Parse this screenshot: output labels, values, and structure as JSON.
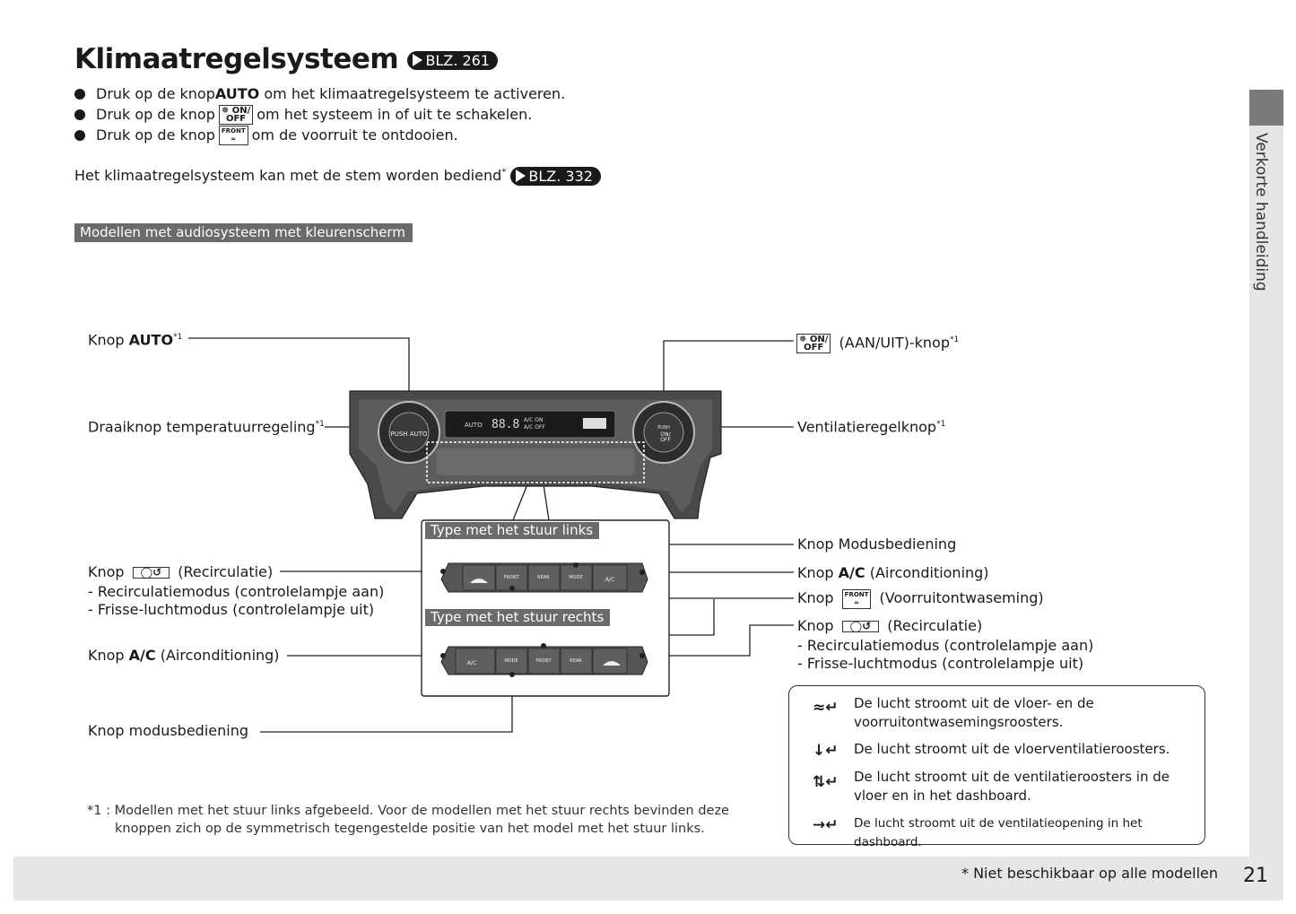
{
  "title": "Klimaatregelsysteem",
  "title_ref": "BLZ. 261",
  "bullets": [
    {
      "pre": "Druk op de knop ",
      "bold": "AUTO",
      "post": " om het klimaatregelsysteem te activeren."
    },
    {
      "pre": "Druk op de knop ",
      "key": "ON/OFF",
      "post": " om het systeem in of uit te schakelen."
    },
    {
      "pre": "Druk op de knop ",
      "key": "FRONT",
      "post": " om de voorruit te ontdooien."
    }
  ],
  "voice_text": "Het klimaatregelsysteem kan met de stem worden bediend",
  "voice_star": "*",
  "voice_ref": "BLZ. 332",
  "models_tag": "Modellen met audiosysteem met kleurenscherm",
  "side_label": "Verkorte handleiding",
  "labels": {
    "auto_pre": "Knop ",
    "auto_bold": "AUTO",
    "auto_sup": "*1",
    "temp_dial": "Draaiknop temperatuurregeling",
    "temp_sup": "*1",
    "recirc_left_pre": "Knop ",
    "recirc_left_post": " (Recirculatie)",
    "recirc_left_line1": "- Recirculatiemodus (controlelampje aan)",
    "recirc_left_line2": "- Frisse-luchtmodus (controlelampje uit)",
    "ac_left_pre": "Knop ",
    "ac_left_bold": "A/C",
    "ac_left_post": " (Airconditioning)",
    "mode_left": "Knop modusbediening",
    "onoff_post": " (AAN/UIT)-knop",
    "onoff_sup": "*1",
    "fan": "Ventilatieregelknop",
    "fan_sup": "*1",
    "mode_right": "Knop Modusbediening",
    "ac_right_pre": "Knop ",
    "ac_right_bold": "A/C",
    "ac_right_post": " (Airconditioning)",
    "front_pre": "Knop ",
    "front_post": " (Voorruitontwaseming)",
    "recirc_right_pre": "Knop ",
    "recirc_right_post": " (Recirculatie)",
    "recirc_right_line1": "- Recirculatiemodus (controlelampje aan)",
    "recirc_right_line2": "- Frisse-luchtmodus (controlelampje uit)",
    "type_left": "Type met het stuur links",
    "type_right": "Type met het stuur rechts"
  },
  "panel": {
    "display_auto": "AUTO",
    "display_temp": "88.8",
    "display_ac_on": "A/C ON",
    "display_ac_off": "A/C OFF",
    "left_knob": "PUSH AUTO",
    "right_knob_push": "PUSH",
    "right_knob_on": "ON/",
    "right_knob_off": "OFF",
    "btn_front": "FRONT",
    "btn_rear": "REAR",
    "btn_mode": "MODE",
    "btn_ac": "A/C"
  },
  "legend": [
    {
      "icon": "floor-defrost-icon",
      "text": "De lucht stroomt uit de vloer- en de voorruitontwasemingsroosters."
    },
    {
      "icon": "floor-vent-icon",
      "text": "De lucht stroomt uit de vloerventilatieroosters."
    },
    {
      "icon": "floor-dash-vent-icon",
      "text": "De lucht stroomt uit de ventilatieroosters in de vloer en in het dashboard."
    },
    {
      "icon": "dash-vent-icon",
      "text": "De lucht stroomt uit de ventilatieopening in het dashboard."
    }
  ],
  "footnote_1": "*1 : Modellen met het stuur links afgebeeld. Voor de modellen met het stuur rechts bevinden deze knoppen zich op de symmetrisch tegengestelde positie van het model met het stuur links.",
  "footnote_1_line1": "*1 : Modellen met het stuur links afgebeeld. Voor de modellen met het stuur rechts bevinden deze",
  "footnote_1_line2": "knoppen zich op de symmetrisch tegengestelde positie van het model met het stuur links.",
  "footer_note": "* Niet beschikbaar op alle modellen",
  "page_number": "21"
}
